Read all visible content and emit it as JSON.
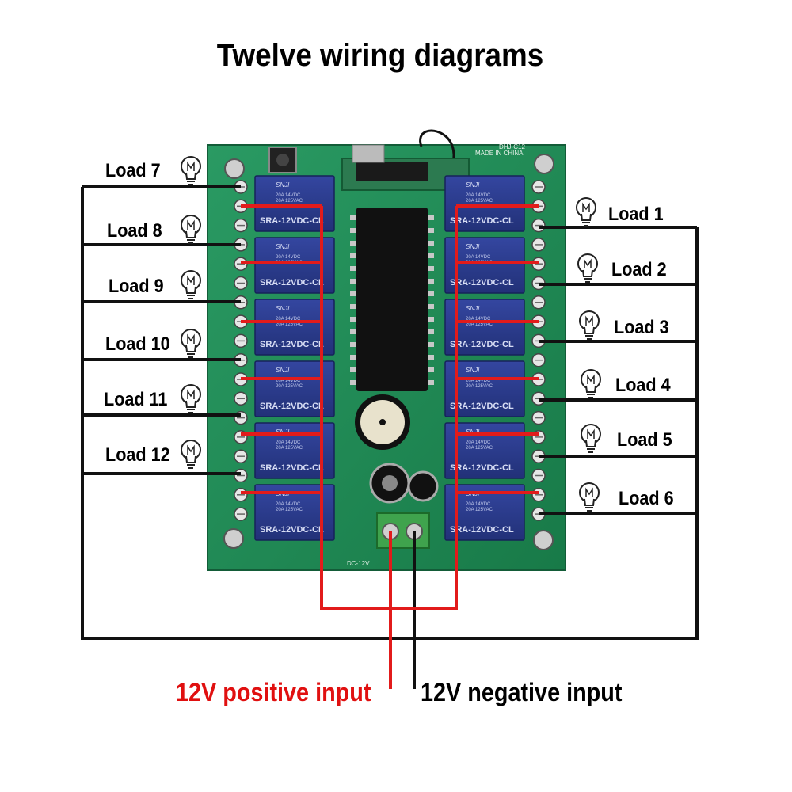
{
  "title": "Twelve wiring diagrams",
  "loads_left": [
    {
      "label": "Load 7"
    },
    {
      "label": "Load 8"
    },
    {
      "label": "Load 9"
    },
    {
      "label": "Load 10"
    },
    {
      "label": "Load 11"
    },
    {
      "label": "Load 12"
    }
  ],
  "loads_right": [
    {
      "label": "Load 1"
    },
    {
      "label": "Load 2"
    },
    {
      "label": "Load 3"
    },
    {
      "label": "Load 4"
    },
    {
      "label": "Load 5"
    },
    {
      "label": "Load 6"
    }
  ],
  "power": {
    "positive_label": "12V positive input",
    "negative_label": "12V negative input"
  },
  "board": {
    "relay_marking": "SRA-12VDC-CL",
    "relay_rating_1": "20A 14VDC",
    "relay_rating_2": "20A 125VAC",
    "relay_brand": "SNJI",
    "mcu_module_marking": "DHJ-C12",
    "made_in": "MADE IN CHINA",
    "dc_label": "DC-12V"
  },
  "colors": {
    "wire_black": "#111111",
    "wire_red": "#e21b1b",
    "positive_text": "#e01010",
    "board_green": "#1f8a55",
    "relay_blue": "#2a3a8a"
  },
  "icons": {
    "bulb": "light-bulb-icon",
    "terminal": "screw-terminal-icon"
  }
}
